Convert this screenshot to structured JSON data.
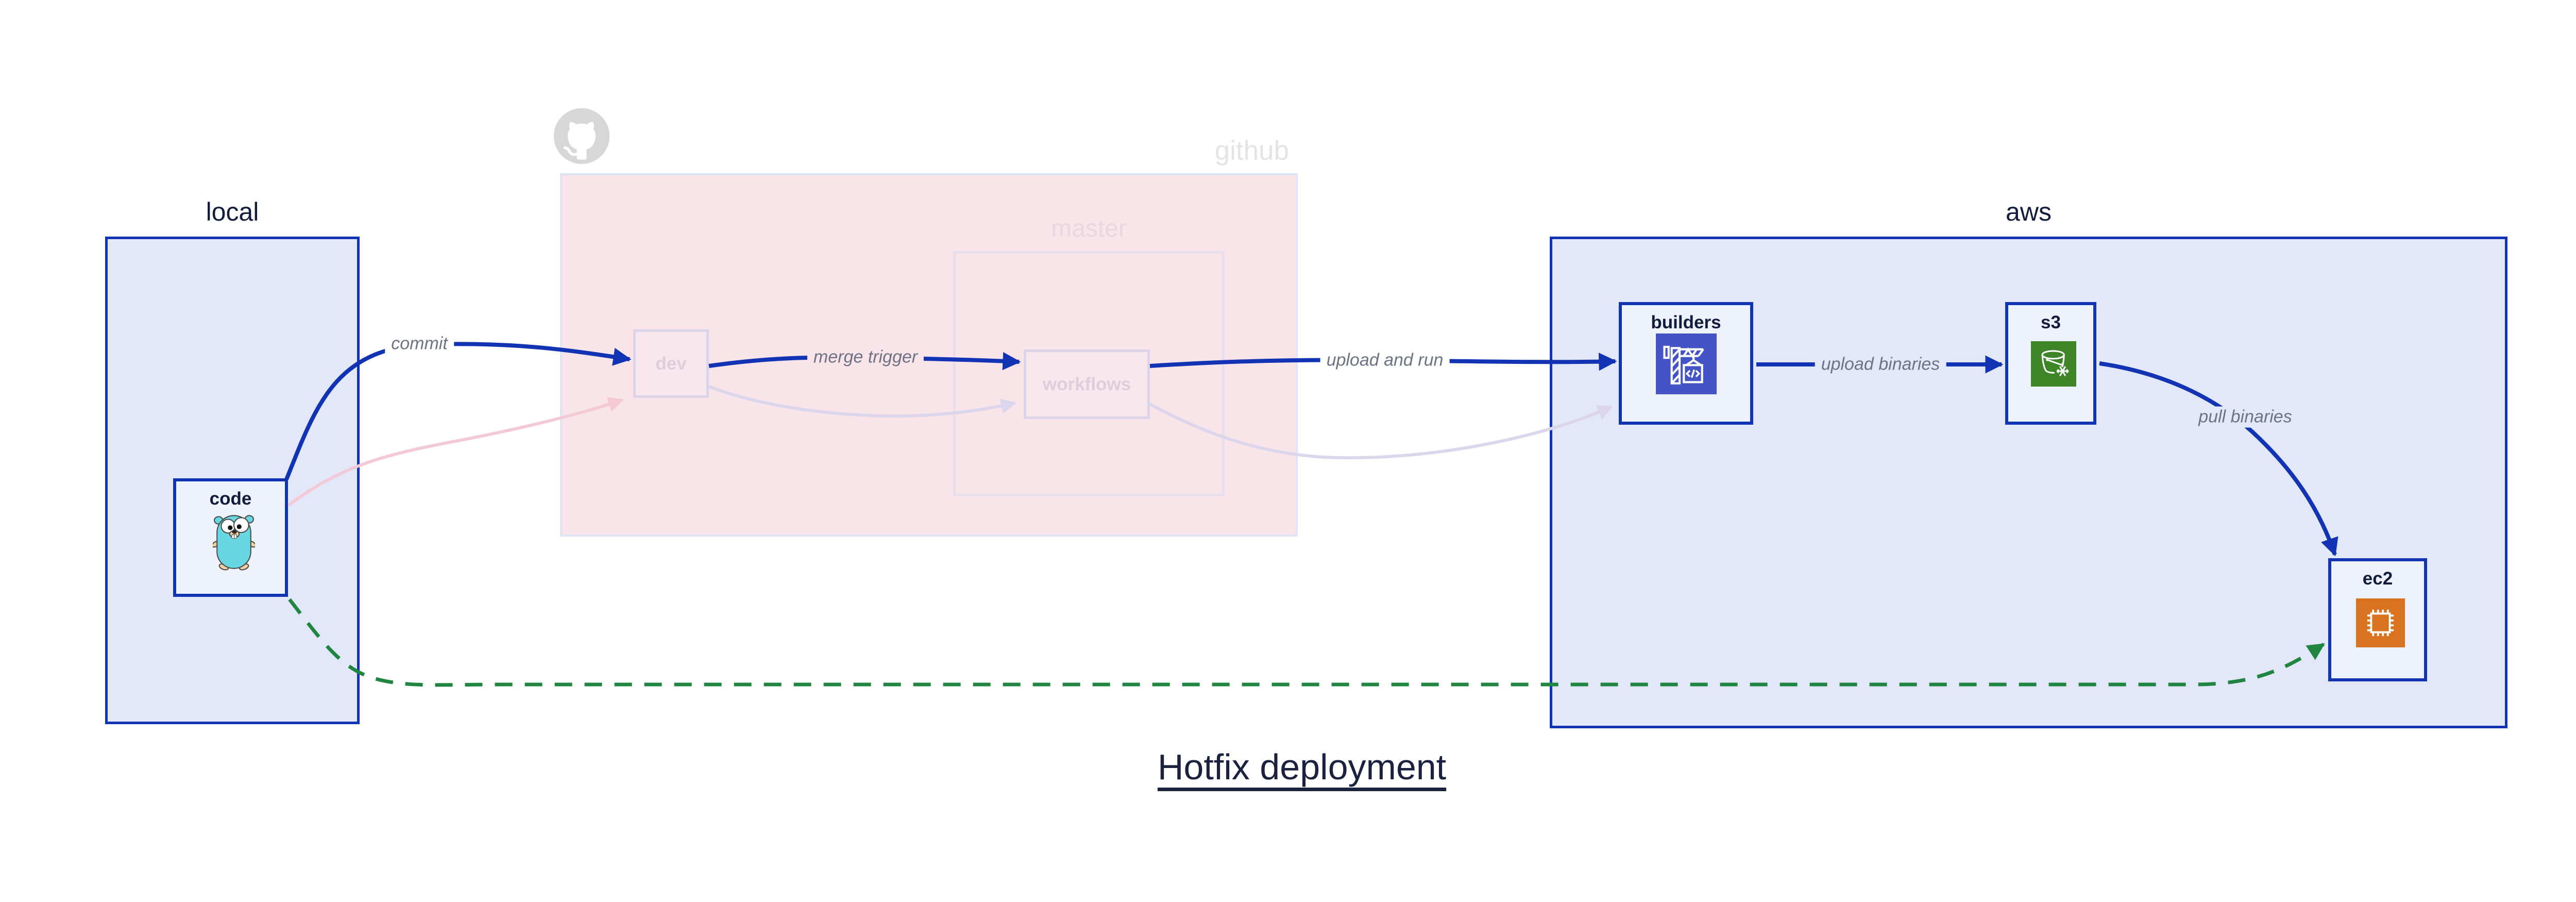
{
  "title": {
    "text": "Hotfix deployment"
  },
  "groups": {
    "local": {
      "label": "local"
    },
    "github": {
      "label": "github"
    },
    "master": {
      "label": "master"
    },
    "aws": {
      "label": "aws"
    }
  },
  "nodes": {
    "code": {
      "label": "code",
      "icon": "go-gopher-icon"
    },
    "dev": {
      "label": "dev",
      "state": "faded"
    },
    "workflows": {
      "label": "workflows",
      "state": "faded"
    },
    "builders": {
      "label": "builders",
      "icon": "codebuild-crane-icon"
    },
    "s3": {
      "label": "s3",
      "icon": "s3-glacier-bucket-icon"
    },
    "ec2": {
      "label": "ec2",
      "icon": "ec2-chip-icon"
    }
  },
  "edges": {
    "commit": {
      "label": "commit",
      "style": "solid-blue"
    },
    "merge_trigger": {
      "label": "merge trigger",
      "style": "solid-blue"
    },
    "upload_and_run": {
      "label": "upload and run",
      "style": "solid-blue"
    },
    "upload_binaries": {
      "label": "upload binaries",
      "style": "solid-blue"
    },
    "pull_binaries": {
      "label": "pull binaries",
      "style": "solid-blue"
    },
    "hotfix_path": {
      "label": "",
      "style": "dashed-green"
    },
    "ghost_commit": {
      "label": "",
      "style": "faded-pink"
    },
    "ghost_merge": {
      "label": "",
      "style": "faded-lavender"
    },
    "ghost_upload_run": {
      "label": "",
      "style": "faded-lavender"
    }
  },
  "icons": {
    "octocat": "github-octocat-icon"
  },
  "colors": {
    "arrow_blue": "#1233b4",
    "arrow_green": "#1f8540",
    "arrow_faded_pink": "#f3c9d5",
    "arrow_faded_lavender": "#dcd6ec",
    "group_fill_blue": "#e2e8f9",
    "group_fill_pink": "#f9e4e9",
    "node_fill": "#eef2fc",
    "node_border": "#1134b4",
    "codebuild_icon_bg": "#4454c6",
    "s3_glacier_icon_bg": "#3d8526",
    "ec2_icon_bg": "#d9731f",
    "gopher_teal": "#67d7e2",
    "text_dark": "#121d3e",
    "edge_label_gray": "#6d7382"
  }
}
